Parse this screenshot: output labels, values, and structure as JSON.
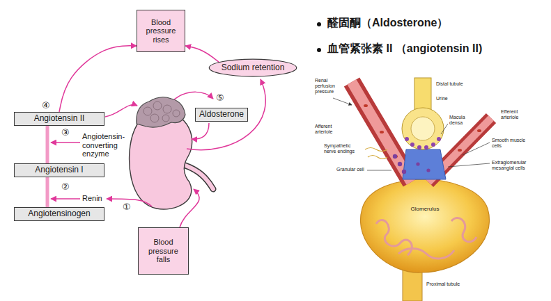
{
  "diagram": {
    "nodes": [
      {
        "text": [
          "Blood pressure rises"
        ]
      },
      {
        "text": [
          "Sodium retention"
        ]
      },
      {
        "text": [
          "Angiotensin II"
        ]
      },
      {
        "text": [
          "Aldosterone"
        ]
      },
      {
        "text": [
          "Angiotensin I"
        ]
      },
      {
        "text": [
          "Angiotensinogen"
        ]
      },
      {
        "text": [
          "Blood pressure falls"
        ]
      }
    ],
    "edges": [
      {
        "from": 2,
        "to": 0,
        "arrow": "to"
      },
      {
        "from": 1,
        "to": 0,
        "arrow": "to"
      },
      {
        "from": 5,
        "to": 4,
        "arrow": "none"
      },
      {
        "from": 4,
        "to": 2,
        "arrow": "none"
      }
    ],
    "labels": [
      "④",
      "⑤",
      "③",
      "Angiotensin-converting enzyme",
      "②",
      "Renin",
      "①",
      "醛固酮（Aldosterone）",
      "血管紧张素 II （angiotensin II)",
      "Renal perfusion pressure",
      "Distal tubule",
      "Urine",
      "Macula densa",
      "Afferent arteriole",
      "Efferent arteriole",
      "Sympathetic nerve endings",
      "Granular cell",
      "Smooth muscle cells",
      "Extraglomerular mesangial cells",
      "Glomerulus",
      "Proximal tubule"
    ]
  }
}
